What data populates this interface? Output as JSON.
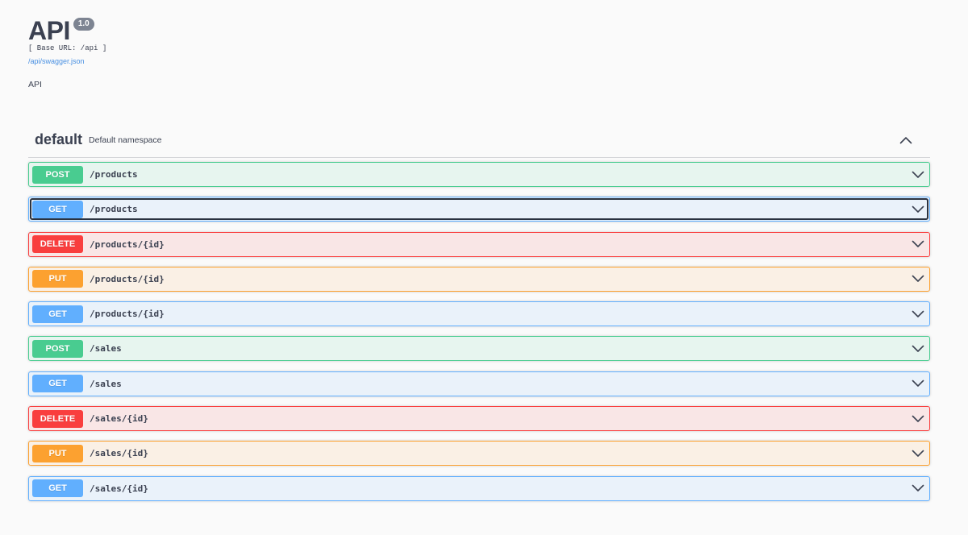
{
  "info": {
    "title": "API",
    "version": "1.0",
    "base_url": "[ Base URL: /api ]",
    "spec_link": "/api/swagger.json",
    "description": "API"
  },
  "namespace": {
    "name": "default",
    "description": "Default namespace",
    "toggle_icon": "chevron-up-icon"
  },
  "colors": {
    "post": "#49cc90",
    "get": "#61affe",
    "delete": "#f93e3e",
    "put": "#fca130",
    "text": "#3b4151",
    "link": "#4990e2"
  },
  "operations": [
    {
      "method": "POST",
      "path": "/products"
    },
    {
      "method": "GET",
      "path": "/products",
      "focused": true
    },
    {
      "method": "DELETE",
      "path": "/products/{id}"
    },
    {
      "method": "PUT",
      "path": "/products/{id}"
    },
    {
      "method": "GET",
      "path": "/products/{id}"
    },
    {
      "method": "POST",
      "path": "/sales"
    },
    {
      "method": "GET",
      "path": "/sales"
    },
    {
      "method": "DELETE",
      "path": "/sales/{id}"
    },
    {
      "method": "PUT",
      "path": "/sales/{id}"
    },
    {
      "method": "GET",
      "path": "/sales/{id}"
    }
  ]
}
